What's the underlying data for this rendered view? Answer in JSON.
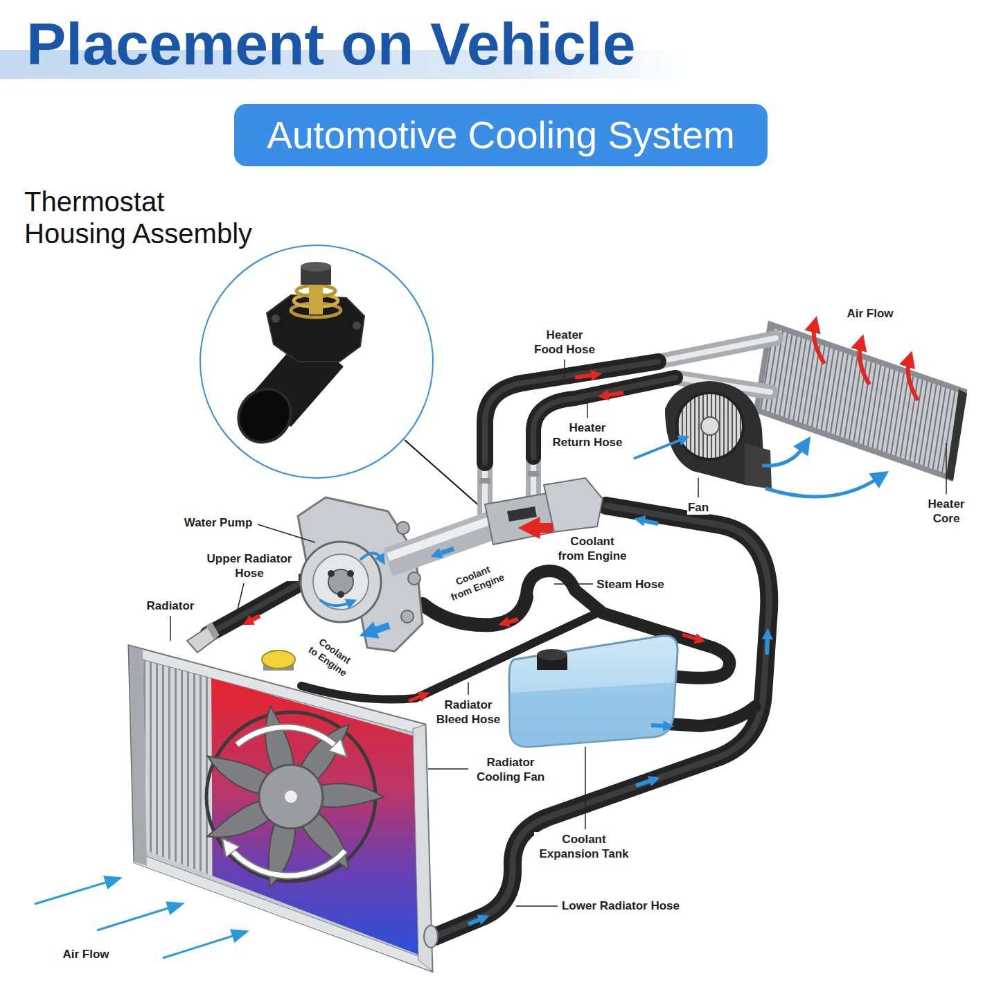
{
  "diagram": {
    "title": "Placement on Vehicle",
    "nodes": [
      {
        "text": [
          "Automotive Cooling System"
        ]
      },
      {
        "text": [
          "Thermostat Housing Assembly"
        ]
      }
    ],
    "labels": [
      "Heater Food Hose",
      "Heater Return Hose",
      "Air Flow",
      "Fan",
      "Heater Core",
      "Water Pump",
      "Upper Radiator Hose",
      "Radiator",
      "Coolant from Engine",
      "Coolant from Engine",
      "Steam Hose",
      "Coolant to Engine",
      "Radiator Bleed Hose",
      "Radiator Cooling Fan",
      "Coolant Expansion Tank",
      "Lower Radiator Hose",
      "Air Flow"
    ]
  }
}
